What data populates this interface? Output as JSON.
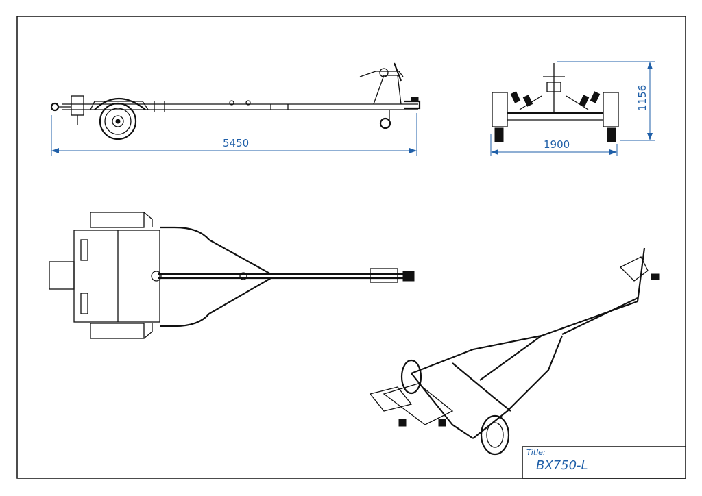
{
  "drawing": {
    "dimensions": {
      "length": "5450",
      "width": "1900",
      "height": "1156"
    },
    "title_block": {
      "label": "Title:",
      "value": "BX750-L"
    },
    "colors": {
      "line": "#111111",
      "dimension": "#1f5fa8",
      "background": "#ffffff"
    }
  }
}
